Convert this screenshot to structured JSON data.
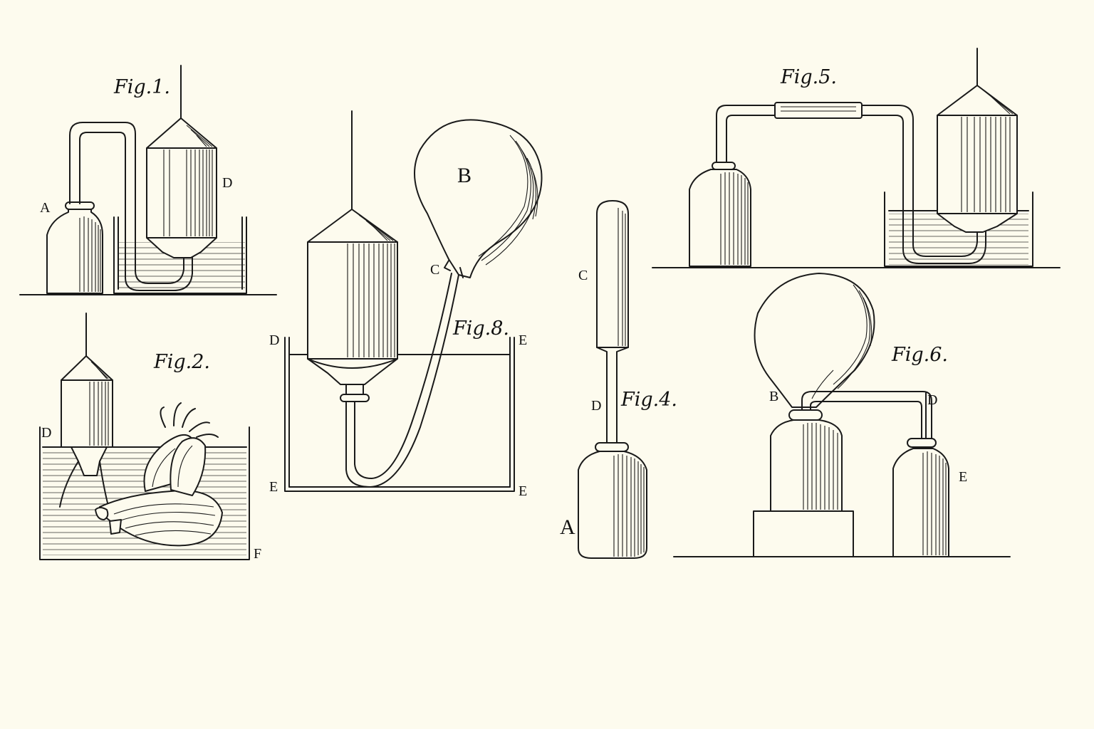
{
  "figures": {
    "fig1": {
      "title": "Fig.1.",
      "labels": {
        "a": "A",
        "d": "D"
      }
    },
    "fig2": {
      "title": "Fig.2.",
      "labels": {
        "d": "D",
        "f": "F"
      }
    },
    "fig8": {
      "title": "Fig.8.",
      "labels": {
        "b": "B",
        "c": "C",
        "d": "D",
        "e1": "E",
        "e2": "E",
        "e3": "E"
      }
    },
    "fig4": {
      "title": "Fig.4.",
      "labels": {
        "c": "C",
        "d": "D",
        "a": "A"
      }
    },
    "fig5": {
      "title": "Fig.5."
    },
    "fig6": {
      "title": "Fig.6.",
      "labels": {
        "b": "B",
        "d": "D",
        "e": "E"
      }
    }
  },
  "colors": {
    "paper": "#fdfbee",
    "ink": "#1a1a1a"
  }
}
